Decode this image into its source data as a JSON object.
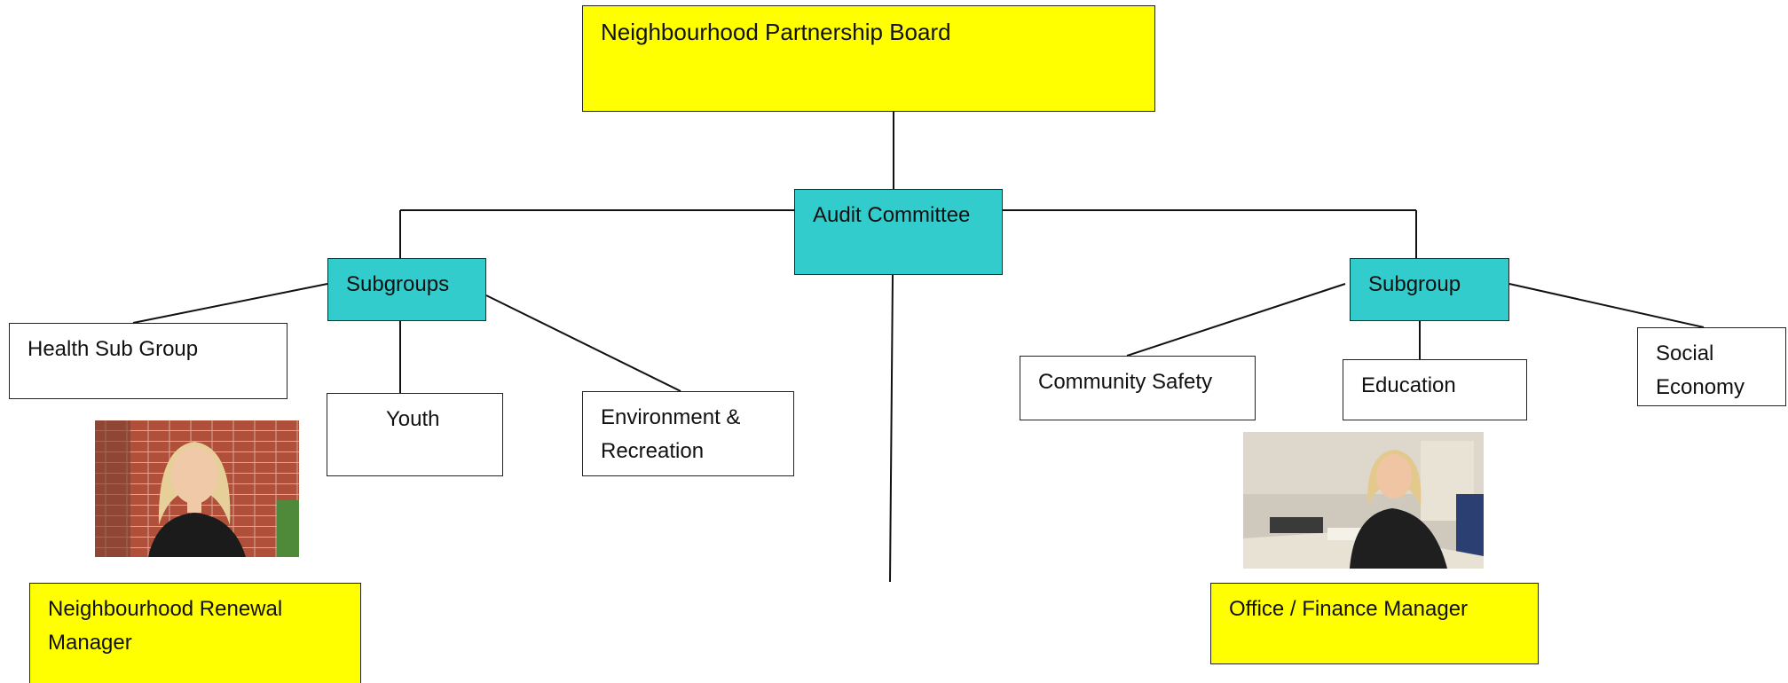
{
  "board": {
    "title": "Neighbourhood Partnership Board"
  },
  "audit": {
    "title": "Audit Committee"
  },
  "left_group": {
    "label": "Subgroups",
    "children": [
      "Health Sub Group",
      "Youth",
      "Environment & Recreation"
    ]
  },
  "right_group": {
    "label": "Subgroup",
    "children": [
      "Community Safety",
      "Education",
      "Social Economy"
    ]
  },
  "staff": {
    "renewal_manager": "Neighbourhood Renewal Manager",
    "finance_manager": "Office / Finance Manager"
  },
  "colors": {
    "highlight": "#ffff00",
    "committee": "#33cccc",
    "lines": "#111111"
  }
}
